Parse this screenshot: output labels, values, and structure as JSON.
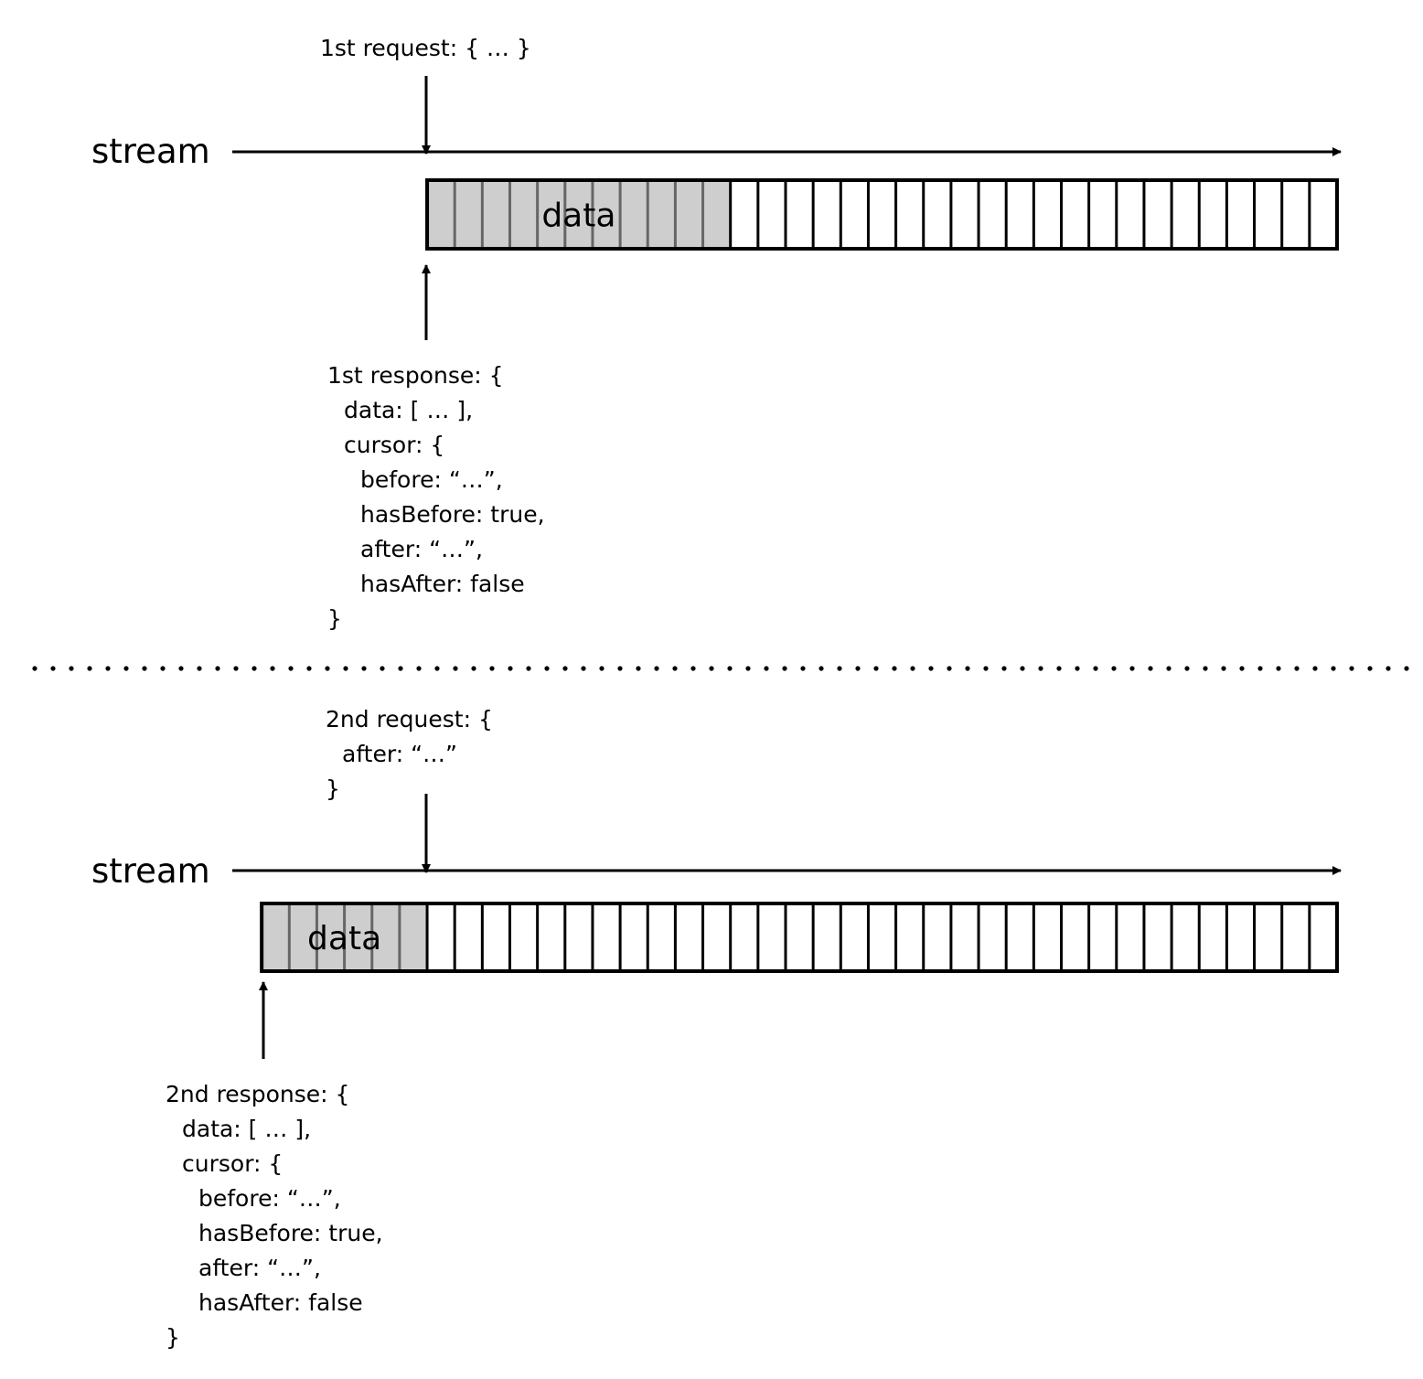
{
  "colors": {
    "filled": "#cdcecd",
    "filled_divider": "#666666",
    "line": "#000000"
  },
  "top": {
    "stream_label": "stream",
    "data_label": "data",
    "total_cells": 33,
    "filled_cells": 11,
    "request_lines": [
      "1st request: { … }"
    ],
    "response_lines": [
      "1st response: {",
      "  data: [ … ],",
      "  cursor: {",
      "    before: “…”,",
      "    hasBefore: true,",
      "    after: “…”,",
      "    hasAfter: false",
      "}"
    ]
  },
  "bottom": {
    "stream_label": "stream",
    "data_label": "data",
    "total_cells": 39,
    "filled_cells": 6,
    "request_lines": [
      "2nd request: {",
      "  after: “…”",
      "}"
    ],
    "response_lines": [
      "2nd response: {",
      "  data: [ … ],",
      "  cursor: {",
      "    before: “…”,",
      "    hasBefore: true,",
      "    after: “…”,",
      "    hasAfter: false",
      "}"
    ]
  }
}
